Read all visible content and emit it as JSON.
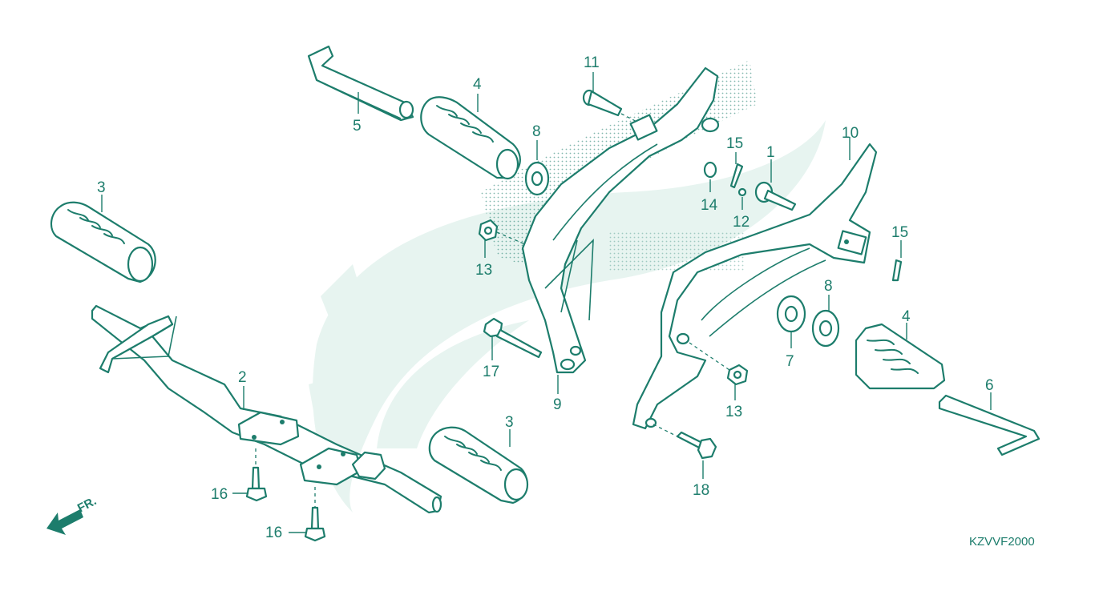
{
  "diagram": {
    "code": "KZVVF2000",
    "direction_label": "FR.",
    "ink_color": "#1d7d6c",
    "watermark_color": "#e7f4f0",
    "callouts": {
      "c1": "1",
      "c2": "2",
      "c3a": "3",
      "c3b": "3",
      "c4a": "4",
      "c4b": "4",
      "c5": "5",
      "c6": "6",
      "c7": "7",
      "c8a": "8",
      "c8b": "8",
      "c9": "9",
      "c10": "10",
      "c11": "11",
      "c12": "12",
      "c13a": "13",
      "c13b": "13",
      "c14": "14",
      "c15a": "15",
      "c15b": "15",
      "c16a": "16",
      "c16b": "16",
      "c17": "17",
      "c18": "18"
    }
  }
}
